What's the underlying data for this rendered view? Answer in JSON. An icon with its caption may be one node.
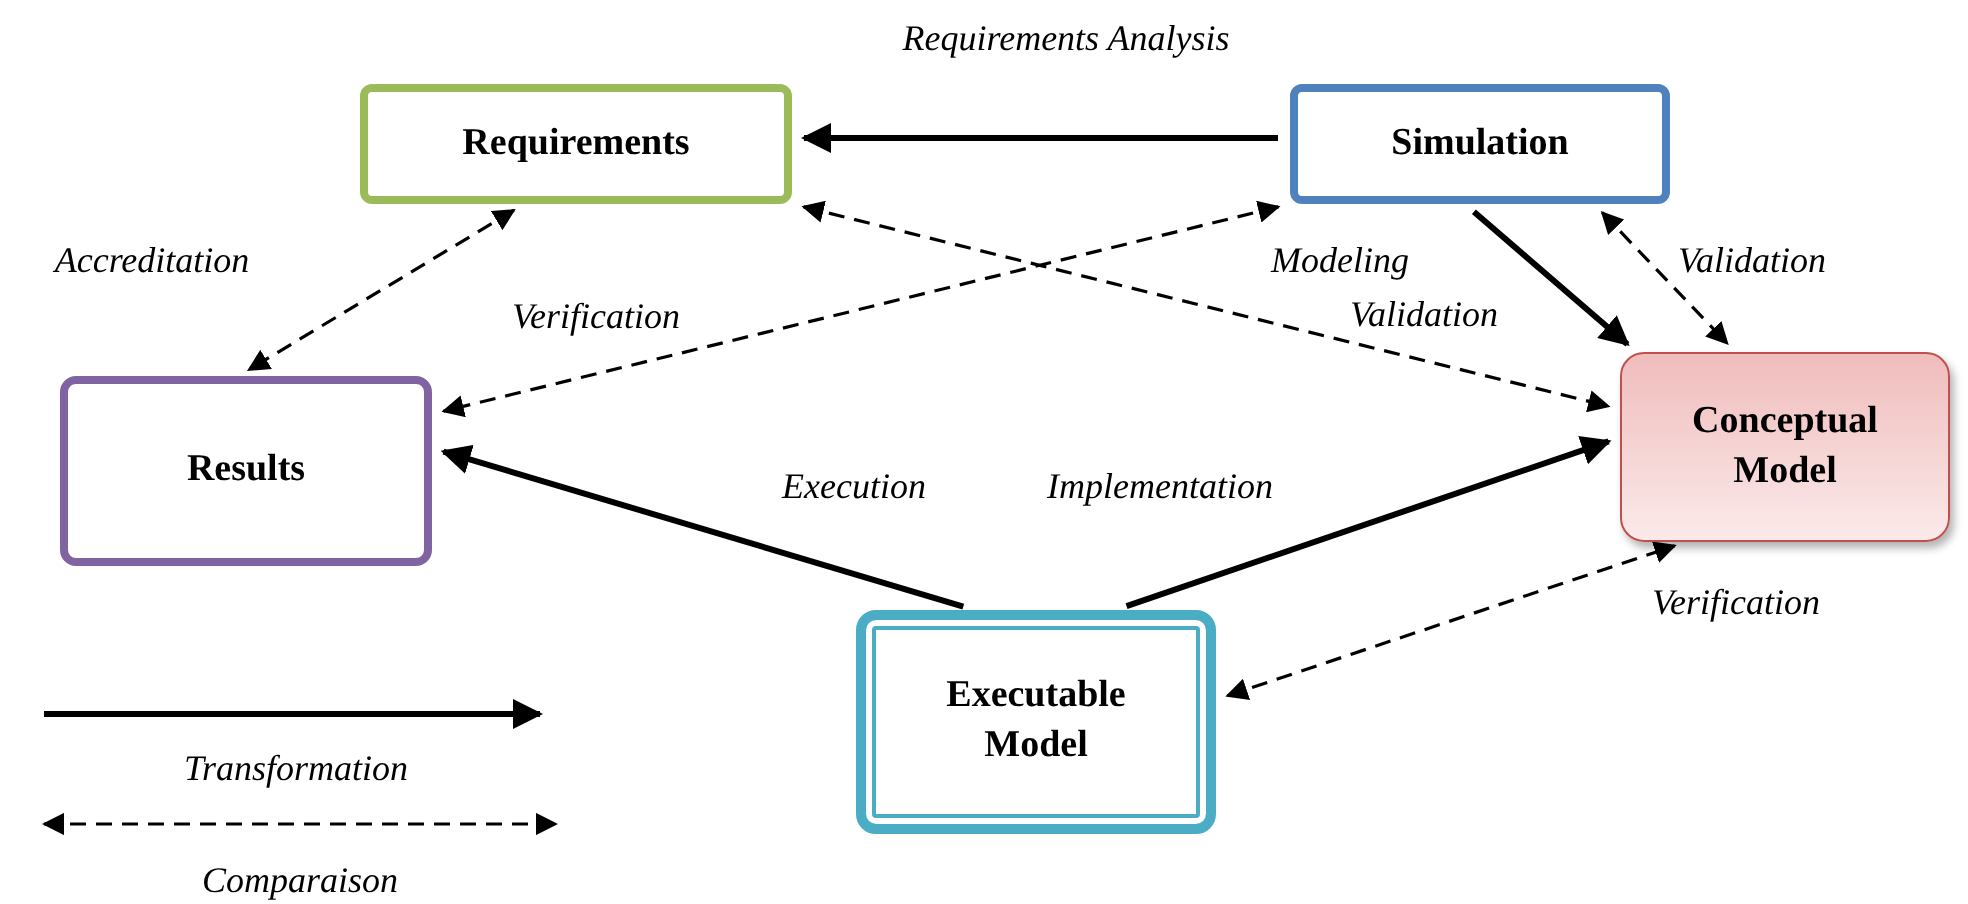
{
  "diagram": {
    "nodes": [
      {
        "text": [
          "Requirements"
        ]
      },
      {
        "text": [
          "Simulation"
        ]
      },
      {
        "text": [
          "Results"
        ]
      },
      {
        "text": [
          "Conceptual Model"
        ]
      },
      {
        "text": [
          "Executable Model"
        ]
      }
    ],
    "edges": [
      {
        "from": 1,
        "to": 0,
        "arrow": "to",
        "label": "Requirements Analysis"
      },
      {
        "from": 0,
        "to": 3,
        "arrow": "both",
        "style": "dashed",
        "label": "Validation"
      },
      {
        "from": 1,
        "to": 3,
        "arrow": "to",
        "label": "Modeling"
      },
      {
        "from": 1,
        "to": 3,
        "arrow": "both",
        "style": "dashed",
        "label": "Validation"
      },
      {
        "from": 0,
        "to": 2,
        "arrow": "both",
        "style": "dashed",
        "label": "Accreditation"
      },
      {
        "from": 1,
        "to": 2,
        "arrow": "both",
        "style": "dashed",
        "label": "Verification"
      },
      {
        "from": 4,
        "to": 2,
        "arrow": "to",
        "label": "Execution"
      },
      {
        "from": 4,
        "to": 3,
        "arrow": "to",
        "label": "Implementation"
      },
      {
        "from": 4,
        "to": 3,
        "arrow": "both",
        "style": "dashed",
        "label": "Verification"
      }
    ],
    "legend": [
      {
        "text": "Transformation"
      },
      {
        "text": "Comparaison"
      }
    ]
  }
}
